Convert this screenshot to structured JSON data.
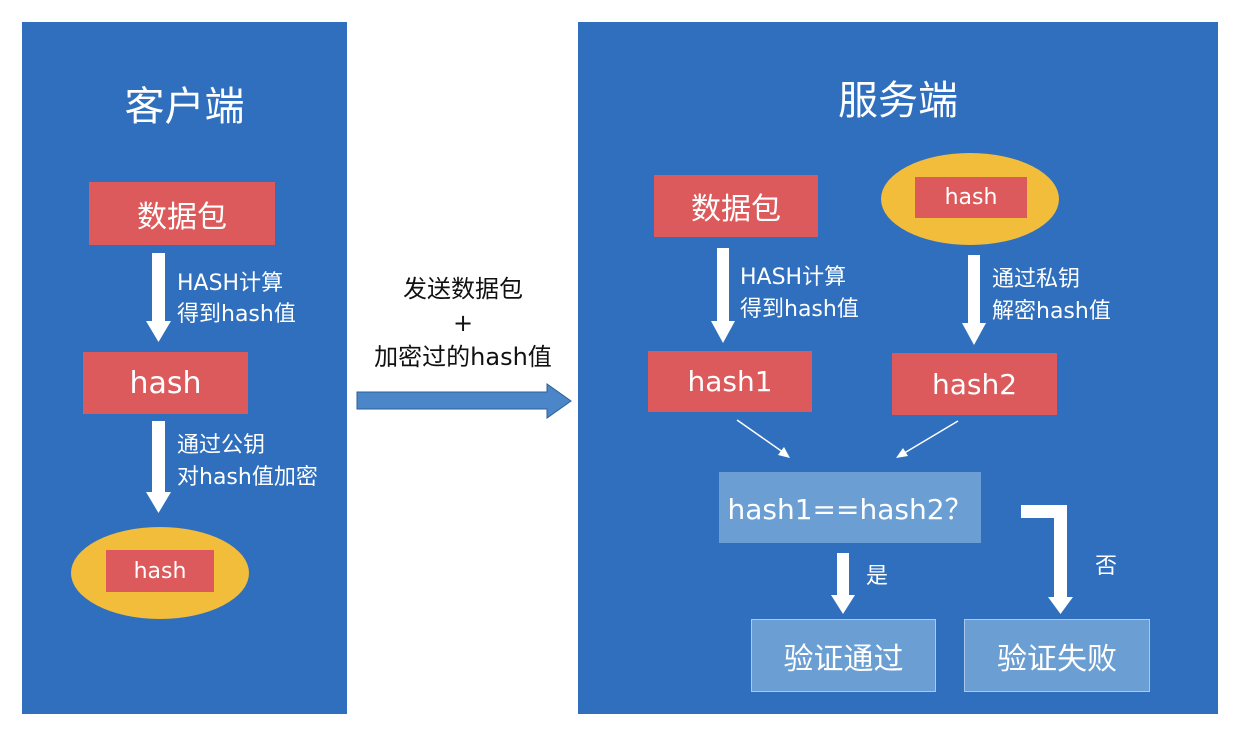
{
  "client": {
    "title": "客户端",
    "packet": "数据包",
    "step1_line1": "HASH计算",
    "step1_line2": "得到hash值",
    "hash": "hash",
    "step2_line1": "通过公钥",
    "step2_line2": "对hash值加密",
    "encrypted_hash": "hash"
  },
  "transfer": {
    "line1": "发送数据包",
    "line2": "+",
    "line3": "加密过的hash值"
  },
  "server": {
    "title": "服务端",
    "packet": "数据包",
    "encrypted_hash": "hash",
    "step_left_line1": "HASH计算",
    "step_left_line2": "得到hash值",
    "step_right_line1": "通过私钥",
    "step_right_line2": "解密hash值",
    "hash1": "hash1",
    "hash2": "hash2",
    "compare": "hash1==hash2？",
    "yes": "是",
    "no": "否",
    "pass": "验证通过",
    "fail": "验证失败"
  },
  "colors": {
    "panel": "#2f6fbd",
    "box": "#dc5a5b",
    "ellipse": "#f2bd3b",
    "light_box": "#6b9fd3"
  }
}
